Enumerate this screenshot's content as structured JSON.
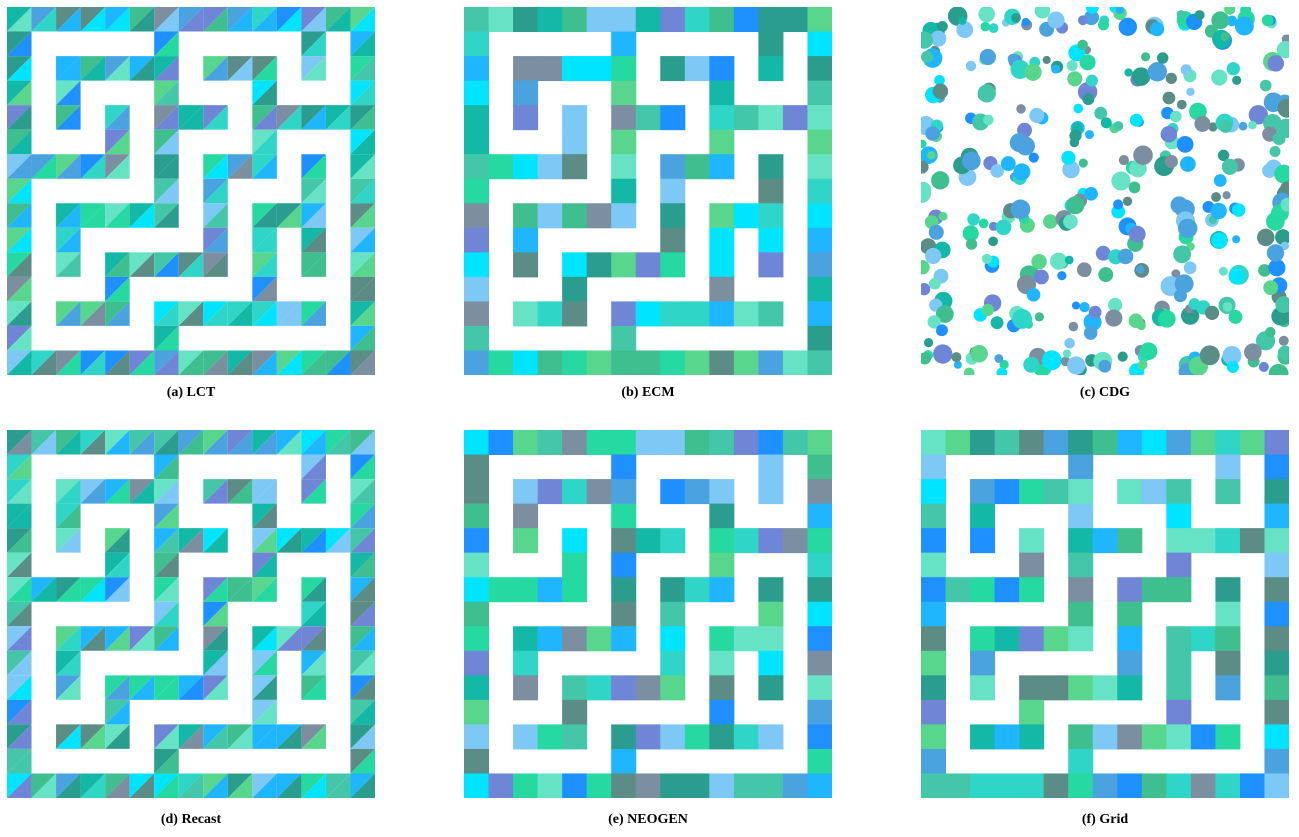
{
  "captions": {
    "a": "(a) LCT",
    "b": "(b) ECM",
    "c": "(c) CDG",
    "d": "(d) Recast",
    "e": "(e) NEOGEN",
    "f": "(f) Grid"
  },
  "palette": [
    "#1e90ff",
    "#2fd6c8",
    "#44c7a8",
    "#5b8c85",
    "#4aa3df",
    "#00e5ff",
    "#25d9a1",
    "#6f86d6",
    "#7ec8f5",
    "#3fbf8f",
    "#14b8a6",
    "#58d68d",
    "#1fb6ff",
    "#2a9d8f",
    "#66e3c4",
    "#7b8fa1"
  ],
  "colors": {
    "background": "#ffffff"
  }
}
